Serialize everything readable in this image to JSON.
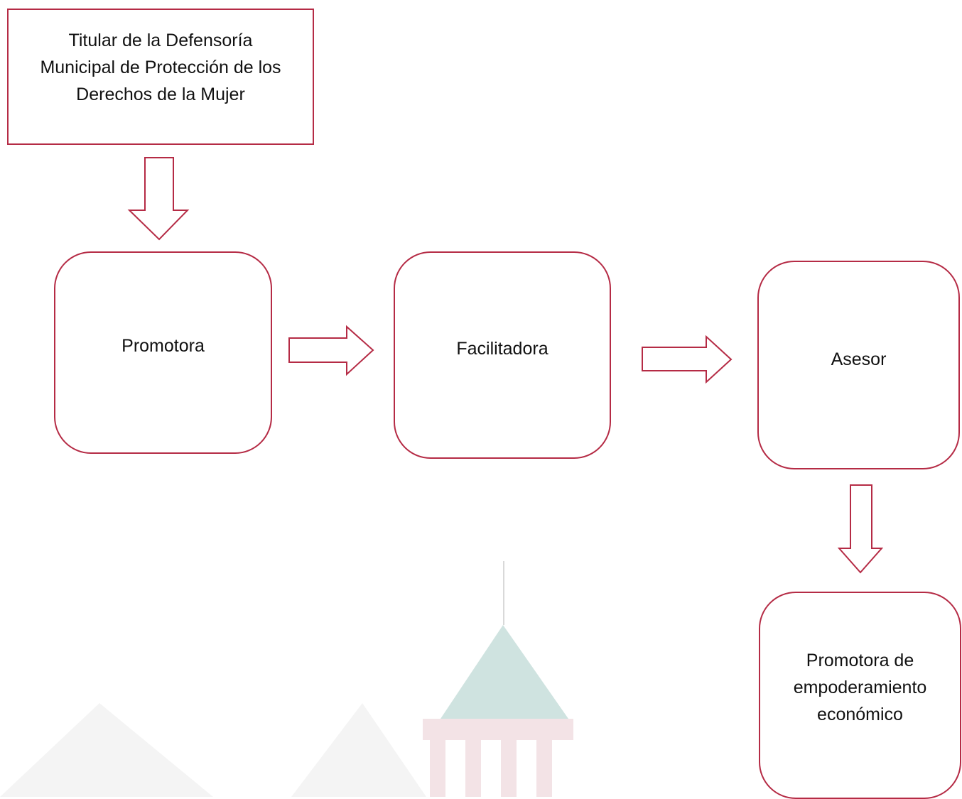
{
  "diagram": {
    "nodes": {
      "titular": "Titular de la Defensoría\nMunicipal de Protección de los\nDerechos de la Mujer",
      "promotora": "Promotora",
      "facilitadora": "Facilitadora",
      "asesor": "Asesor",
      "empoderamiento": "Promotora de\nempoderamiento\neconómico"
    },
    "edges": [
      {
        "from": "titular",
        "to": "promotora"
      },
      {
        "from": "promotora",
        "to": "facilitadora"
      },
      {
        "from": "facilitadora",
        "to": "asesor"
      },
      {
        "from": "asesor",
        "to": "empoderamiento"
      }
    ]
  },
  "colors": {
    "border": "#b52b45",
    "text": "#111111",
    "watermark_teal": "#cfe3e0",
    "watermark_pink": "#f3e3e6",
    "watermark_gray": "#f3f3f3"
  }
}
